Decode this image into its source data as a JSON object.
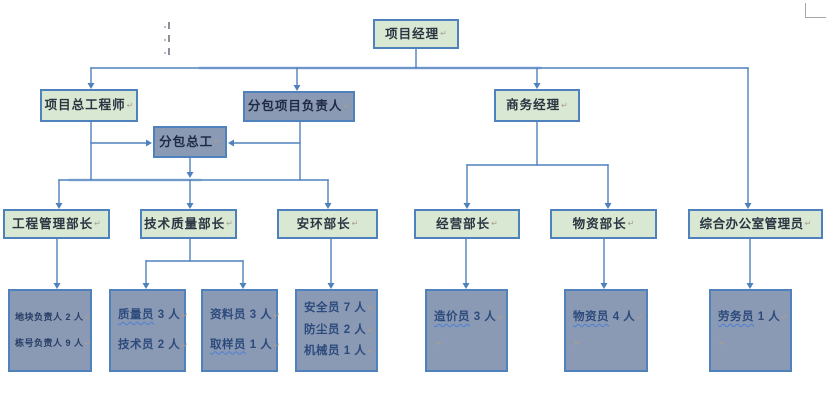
{
  "nodes": {
    "project_manager": {
      "label": "项目经理"
    },
    "chief_project_engineer": {
      "label": "项目总工程师"
    },
    "subcontract_project_leader": {
      "label": "分包项目负责人"
    },
    "business_manager": {
      "label": "商务经理"
    },
    "subcontract_chief_engineer": {
      "label": "分包总工"
    },
    "engineering_mgmt_head": {
      "label": "工程管理部长"
    },
    "tech_quality_head": {
      "label": "技术质量部长"
    },
    "safety_env_head": {
      "label": "安环部长"
    },
    "operations_head": {
      "label": "经营部长"
    },
    "materials_head": {
      "label": "物资部长"
    },
    "admin_office_manager": {
      "label": "综合办公室管理员"
    }
  },
  "staff": {
    "plot_leaders": {
      "lines": [
        {
          "head": "地块负责人",
          "tail": " 2 人"
        },
        {
          "head": "栋号负责人",
          "tail": " 9 人"
        }
      ]
    },
    "quality_team": {
      "lines": [
        {
          "head": "质量员",
          "tail": " 3 人"
        },
        {
          "head": "技术员",
          "tail": " 2 人"
        }
      ]
    },
    "document_team": {
      "lines": [
        {
          "head": "资料员",
          "tail": " 3 人"
        },
        {
          "head": "取样员",
          "tail": " 1 人"
        }
      ]
    },
    "safety_team": {
      "lines": [
        {
          "head": "安全员",
          "tail": " 7 人"
        },
        {
          "head": "防尘员",
          "tail": " 2 人"
        },
        {
          "head": "机械员",
          "tail": " 1 人"
        }
      ]
    },
    "cost_team": {
      "lines": [
        {
          "head": "造价员",
          "tail": " 3 人"
        }
      ]
    },
    "material_team": {
      "lines": [
        {
          "head": "物资员",
          "tail": " 4 人"
        }
      ]
    },
    "labor_team": {
      "lines": [
        {
          "head": "劳务员",
          "tail": " 1 人"
        }
      ]
    }
  },
  "marks": {
    "pilcrow": "↵"
  },
  "colors": {
    "connector_blue": "#4f81bd",
    "connector_light": "#b3c6e7",
    "green_fill": "#d9e8d3",
    "blue_gray_fill": "#8b9ab4",
    "border_blue": "#4f81bd",
    "header_text": "#2b3442",
    "staff_text": "#2c4a7c",
    "squiggle_blue": "#4a7fd4"
  },
  "hierarchy": {
    "edges": [
      {
        "from": "project_manager",
        "to": [
          "chief_project_engineer",
          "subcontract_project_leader",
          "business_manager",
          "admin_office_manager"
        ]
      },
      {
        "from": "chief_project_engineer",
        "to": [
          "subcontract_chief_engineer"
        ]
      },
      {
        "from": "subcontract_project_leader",
        "to": [
          "subcontract_chief_engineer"
        ]
      },
      {
        "from": "subcontract_chief_engineer",
        "to": [
          "engineering_mgmt_head",
          "tech_quality_head",
          "safety_env_head"
        ]
      },
      {
        "from": "business_manager",
        "to": [
          "operations_head",
          "materials_head"
        ]
      },
      {
        "from": "engineering_mgmt_head",
        "to": [
          "plot_leaders"
        ]
      },
      {
        "from": "tech_quality_head",
        "to": [
          "quality_team",
          "document_team"
        ]
      },
      {
        "from": "safety_env_head",
        "to": [
          "safety_team"
        ]
      },
      {
        "from": "operations_head",
        "to": [
          "cost_team"
        ]
      },
      {
        "from": "materials_head",
        "to": [
          "material_team"
        ]
      },
      {
        "from": "admin_office_manager",
        "to": [
          "labor_team"
        ]
      }
    ]
  }
}
